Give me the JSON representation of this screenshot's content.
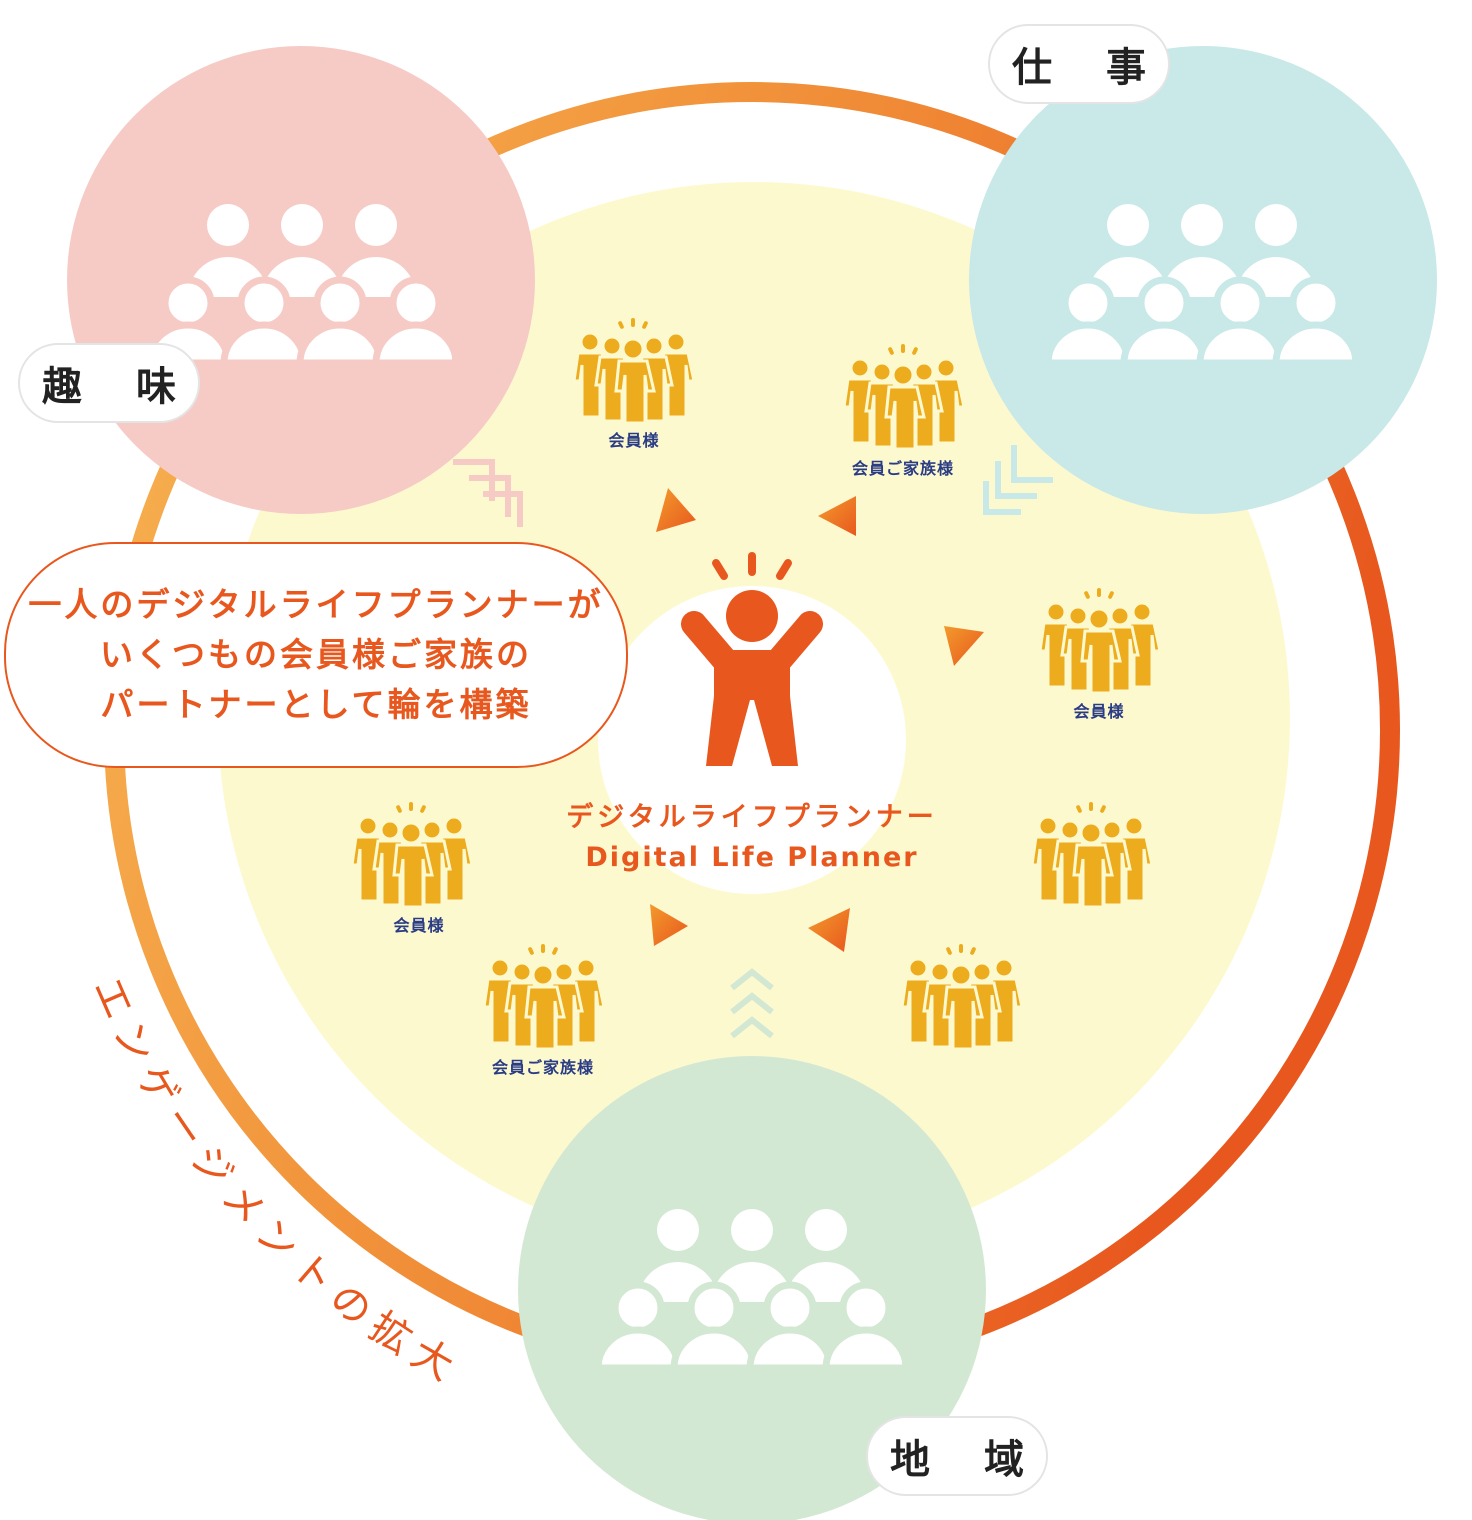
{
  "colors": {
    "ring_start": "#f7b552",
    "ring_end": "#e8581e",
    "inner_fill": "#fdf9cf",
    "hobby_circle": "#f6cbc6",
    "work_circle": "#c9e8e8",
    "community_circle": "#d3e8d3",
    "member_icon": "#edac1e",
    "member_label": "#2a3c84",
    "accent": "#e8581e"
  },
  "categories": {
    "hobby": "趣 味",
    "work": "仕 事",
    "community": "地 域"
  },
  "callout": {
    "lines": [
      "一人のデジタルライフプランナーが",
      "いくつもの会員様ご家族の",
      "パートナーとして輪を構築"
    ]
  },
  "center": {
    "title_ja": "デジタルライフプランナー",
    "title_en": "Digital Life Planner"
  },
  "ring_label": "エンゲージメントの拡大",
  "groups": [
    {
      "label": "会員様"
    },
    {
      "label": "会員ご家族様"
    },
    {
      "label": "会員様"
    },
    {
      "label": "会員様"
    },
    {
      "label": ""
    },
    {
      "label": "会員ご家族様"
    },
    {
      "label": ""
    }
  ]
}
